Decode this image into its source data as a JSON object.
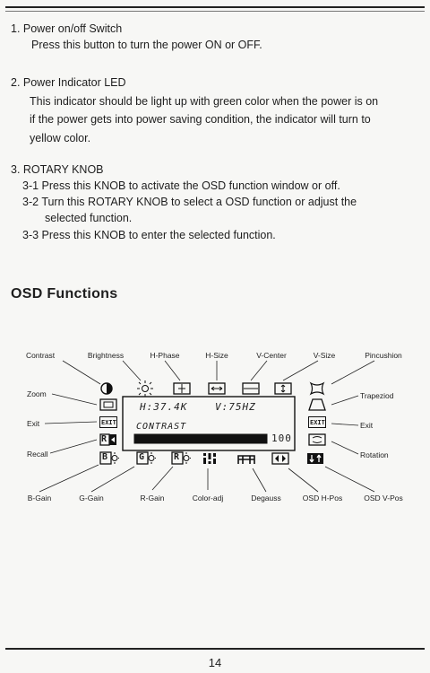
{
  "section1": {
    "title": "1. Power on/off Switch",
    "body": "Press this button to turn the power ON or OFF."
  },
  "section2": {
    "title": "2. Power Indicator LED",
    "lines": [
      "This indicator should be light up with green color when the power is on",
      "if the power gets into power saving condition, the indicator will turn to",
      "yellow color."
    ]
  },
  "section3": {
    "title": "3. ROTARY KNOB",
    "items": [
      "3-1 Press this KNOB to activate the OSD function window or off.",
      "3-2 Turn this ROTARY KNOB to select a OSD function or adjust the",
      "selected function.",
      "3-3 Press this KNOB to enter the selected function."
    ]
  },
  "osd": {
    "heading": "OSD Functions",
    "labels_top": [
      "Contrast",
      "Brightness",
      "H-Phase",
      "H-Size",
      "V-Center",
      "V-Size",
      "Pincushion"
    ],
    "labels_left": [
      "Zoom",
      "Exit",
      "Recall"
    ],
    "labels_right": [
      "Trapeziod",
      "Exit",
      "Rotation"
    ],
    "labels_bottom": [
      "B-Gain",
      "G-Gain",
      "R-Gain",
      "Color-adj",
      "Degauss",
      "OSD H-Pos",
      "OSD V-Pos"
    ],
    "screen": {
      "h_freq": "H:37.4K",
      "v_freq": "V:75HZ",
      "function_name": "CONTRAST",
      "value": "100",
      "level": 1.0
    },
    "icon_text": {
      "exit": "EXIT",
      "recall": "R",
      "b_gain": "B",
      "g_gain": "G",
      "r_gain": "R"
    }
  },
  "page_number": "14"
}
